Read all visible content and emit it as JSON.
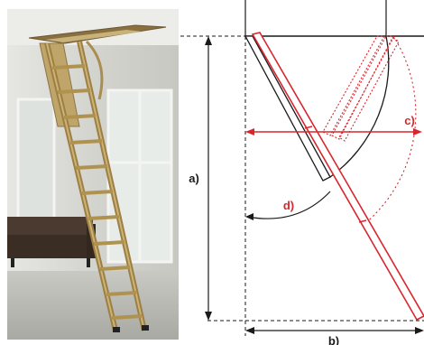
{
  "photo": {
    "subject": "attic-ladder-photo"
  },
  "diagram": {
    "labels": {
      "a": "a)",
      "b": "b)",
      "c": "c)",
      "d": "d)"
    }
  },
  "colors": {
    "red": "#d9262e",
    "black": "#1a1a1a",
    "photo_wall": "#dcdcd8",
    "ladder_wood": "#b89a55"
  }
}
